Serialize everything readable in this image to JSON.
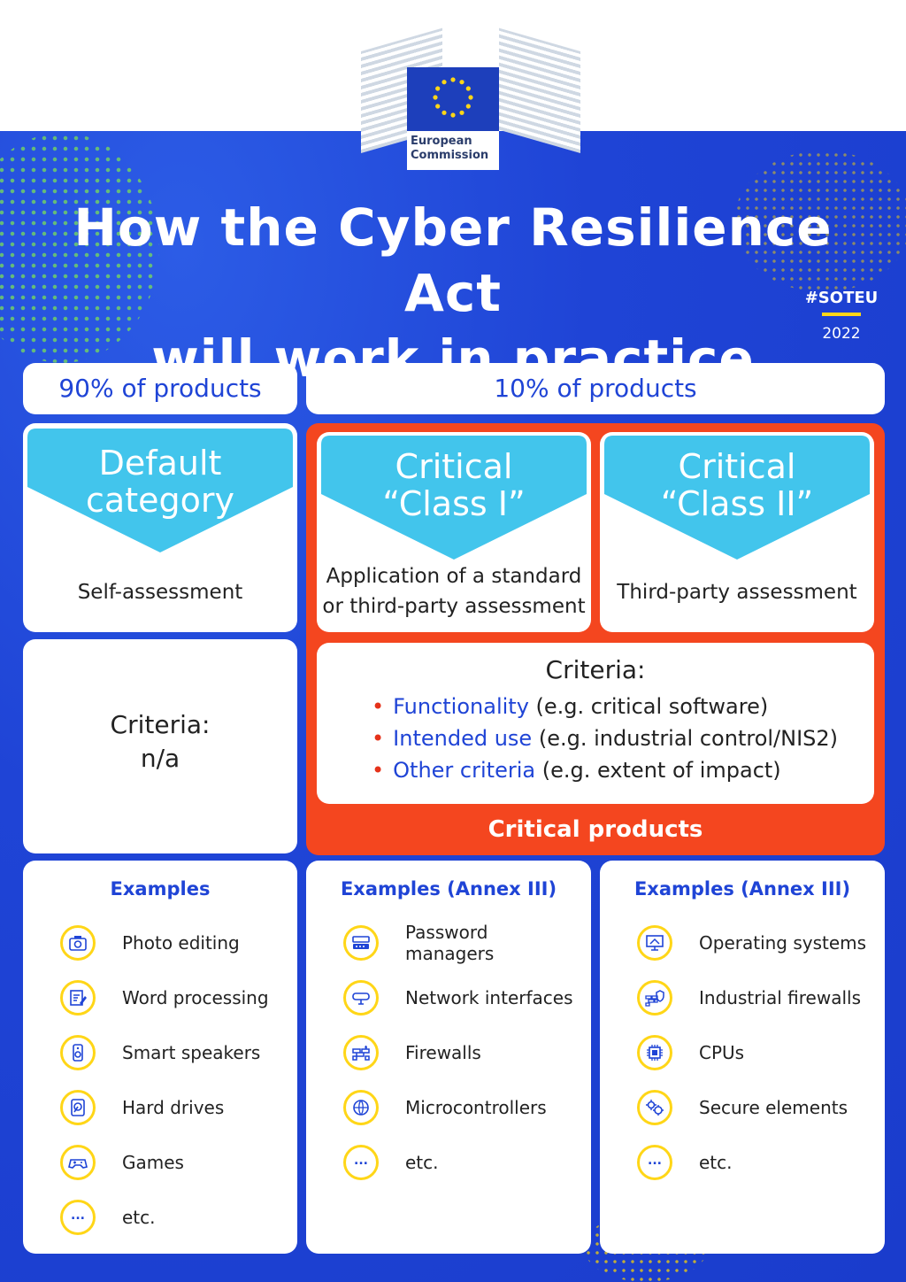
{
  "logo": {
    "org_line1": "European",
    "org_line2": "Commission"
  },
  "title": {
    "line1": "How the Cyber Resilience Act",
    "line2": "will work in practice"
  },
  "tag": {
    "hashtag": "#SOTEU",
    "year": "2022"
  },
  "colors": {
    "blue": "#1f44d6",
    "cyan": "#42c5ec",
    "red": "#f4461f",
    "yellow": "#ffd617"
  },
  "columns": {
    "left_header": "90% of products",
    "right_header": "10% of products"
  },
  "default": {
    "line1": "Default",
    "line2": "category",
    "assessment": "Self-assessment",
    "criteria_line1": "Criteria:",
    "criteria_line2": "n/a"
  },
  "class1": {
    "line1": "Critical",
    "line2": "“Class I”",
    "assessment_line1": "Application of a standard",
    "assessment_line2": "or third-party assessment"
  },
  "class2": {
    "line1": "Critical",
    "line2": "“Class II”",
    "assessment": "Third-party assessment"
  },
  "criteria": {
    "title": "Criteria:",
    "items": [
      {
        "key": "Functionality",
        "detail": "(e.g. critical software)"
      },
      {
        "key": "Intended use",
        "detail": "(e.g. industrial control/NIS2)"
      },
      {
        "key": "Other criteria",
        "detail": "(e.g. extent of impact)"
      }
    ],
    "footer": "Critical products"
  },
  "examples": {
    "default": {
      "title": "Examples",
      "items": [
        {
          "label": "Photo editing",
          "icon": "camera-icon"
        },
        {
          "label": "Word processing",
          "icon": "document-edit-icon"
        },
        {
          "label": "Smart speakers",
          "icon": "speaker-icon"
        },
        {
          "label": "Hard drives",
          "icon": "hard-drive-icon"
        },
        {
          "label": "Games",
          "icon": "gamepad-icon"
        },
        {
          "label": "etc.",
          "icon": "ellipsis-icon",
          "glyph": "..."
        }
      ]
    },
    "class1": {
      "title": "Examples (Annex III)",
      "items": [
        {
          "label": "Password managers",
          "icon": "login-icon"
        },
        {
          "label": "Network interfaces",
          "icon": "network-card-icon"
        },
        {
          "label": "Firewalls",
          "icon": "firewall-icon"
        },
        {
          "label": "Microcontrollers",
          "icon": "chip-globe-icon"
        },
        {
          "label": "etc.",
          "icon": "ellipsis-icon",
          "glyph": "..."
        }
      ]
    },
    "class2": {
      "title": "Examples (Annex III)",
      "items": [
        {
          "label": "Operating systems",
          "icon": "monitor-icon"
        },
        {
          "label": "Industrial firewalls",
          "icon": "shield-wall-icon"
        },
        {
          "label": "CPUs",
          "icon": "cpu-icon"
        },
        {
          "label": "Secure elements",
          "icon": "gears-icon"
        },
        {
          "label": "etc.",
          "icon": "ellipsis-icon",
          "glyph": "..."
        }
      ]
    }
  }
}
